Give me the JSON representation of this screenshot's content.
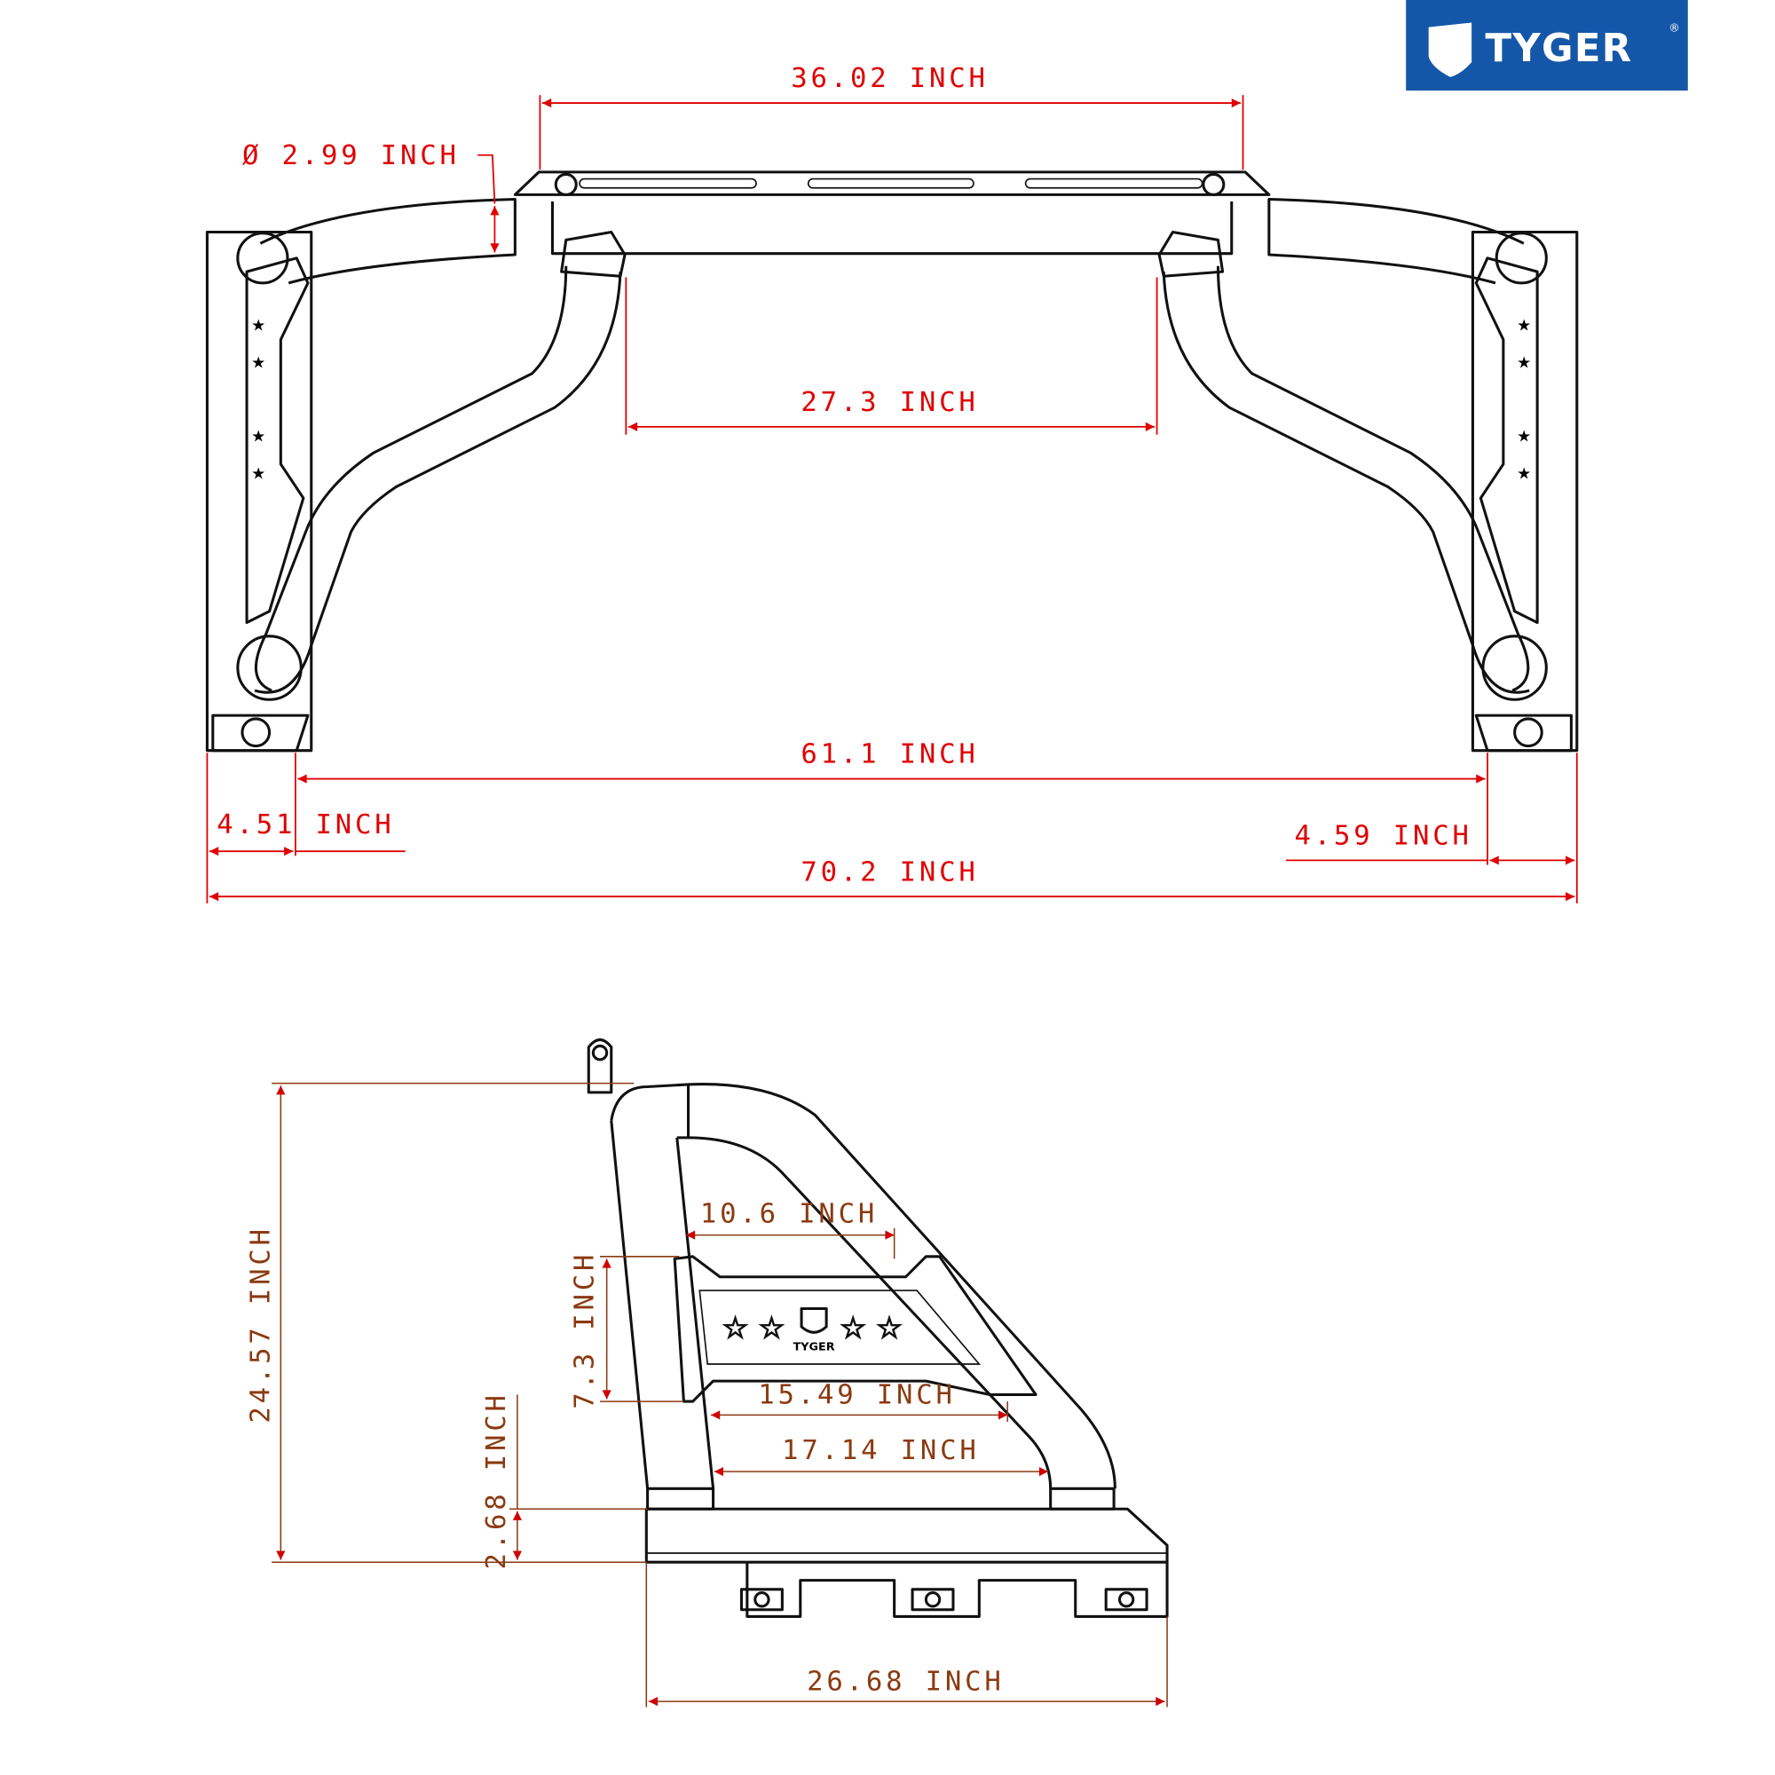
{
  "brand": {
    "name": "TYGER",
    "registered": "®",
    "color": "#1457a8"
  },
  "top_view": {
    "dims": {
      "top_width": "36.02 INCH",
      "tube_diameter": "Ø 2.99 INCH",
      "inner_width": "27.3 INCH",
      "mount_span": "61.1 INCH",
      "left_offset": "4.51 INCH",
      "right_offset": "4.59 INCH",
      "overall_width": "70.2 INCH"
    }
  },
  "side_view": {
    "dims": {
      "height": "24.57 INCH",
      "plate_top": "10.6 INCH",
      "plate_height": "7.3 INCH",
      "plate_bottom": "15.49 INCH",
      "leg_span": "17.14 INCH",
      "base_height": "2.68 INCH",
      "base_length": "26.68 INCH"
    },
    "plate_logo": "TYGER"
  },
  "colors": {
    "dim_top": "#e00000",
    "dim_side": "#8b3a10",
    "line": "#111111"
  }
}
